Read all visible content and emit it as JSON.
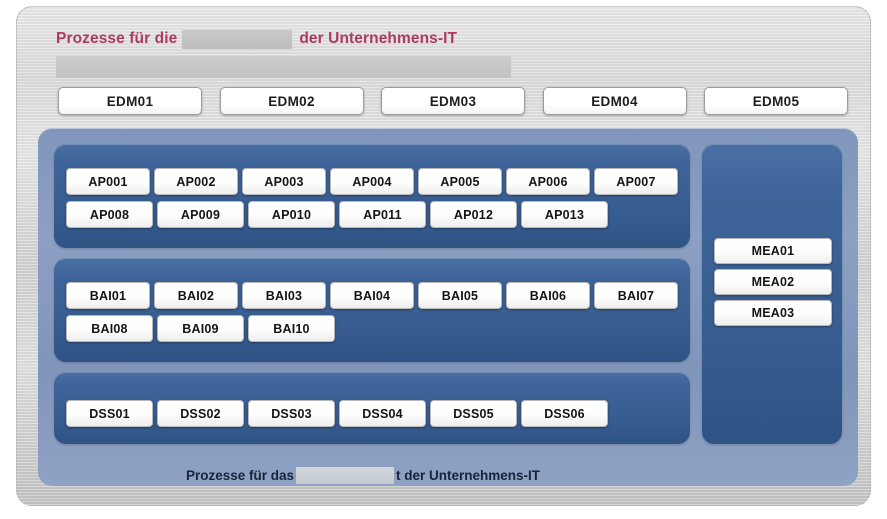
{
  "title": {
    "prefix": "Prozesse für die",
    "redacted_word": "",
    "suffix": "der Unternehmens-IT",
    "color": "#ae3a61"
  },
  "subtitle": {
    "redacted": ""
  },
  "edm_tabs": [
    {
      "label": "EDM01"
    },
    {
      "label": "EDM02"
    },
    {
      "label": "EDM03"
    },
    {
      "label": "EDM04"
    },
    {
      "label": "EDM05"
    }
  ],
  "groups": [
    {
      "id": "apo",
      "rows": [
        [
          "AP001",
          "AP002",
          "AP003",
          "AP004",
          "AP005",
          "AP006",
          "AP007"
        ],
        [
          "AP008",
          "AP009",
          "AP010",
          "AP011",
          "AP012",
          "AP013"
        ]
      ]
    },
    {
      "id": "bai",
      "rows": [
        [
          "BAI01",
          "BAI02",
          "BAI03",
          "BAI04",
          "BAI05",
          "BAI06",
          "BAI07"
        ],
        [
          "BAI08",
          "BAI09",
          "BAI10"
        ]
      ]
    },
    {
      "id": "dss",
      "rows": [
        [
          "DSS01",
          "DSS02",
          "DSS03",
          "DSS04",
          "DSS05",
          "DSS06"
        ]
      ]
    }
  ],
  "mea_column": {
    "items": [
      {
        "label": "MEA01"
      },
      {
        "label": "MEA02"
      },
      {
        "label": "MEA03"
      }
    ]
  },
  "caption": {
    "prefix": "Prozesse für das",
    "redacted_word": "",
    "suffix": "t der Unternehmens-IT",
    "color": "#16243a"
  },
  "colors": {
    "frame": "#dcdcdc",
    "panel_blue": "#8096ba",
    "group_blue": "#3e6499",
    "chip_white": "#ffffff",
    "title_pink": "#ae3a61",
    "caption_dark": "#16243a"
  }
}
